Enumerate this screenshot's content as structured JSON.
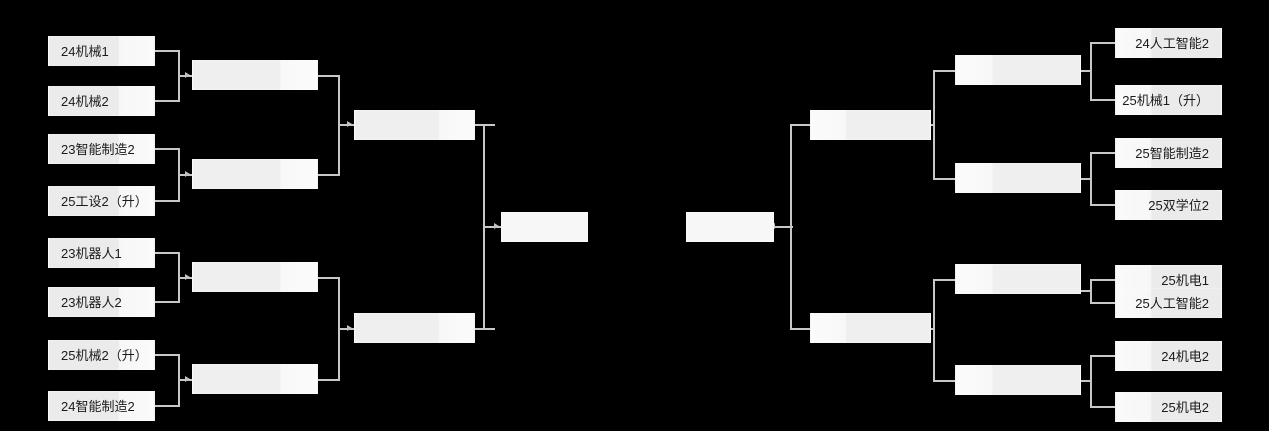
{
  "theme": {
    "background": "#000000",
    "box_fill_dark": "#ebebeb",
    "box_fill_light": "#fafafa",
    "connector": "#c8c8c8",
    "text": "#1b1b1b"
  },
  "bracket": {
    "left": {
      "round1": [
        {
          "label": "24机械1"
        },
        {
          "label": "24机械2"
        },
        {
          "label": "23智能制造2"
        },
        {
          "label": "25工设2（升）"
        },
        {
          "label": "23机器人1"
        },
        {
          "label": "23机器人2"
        },
        {
          "label": "25机械2（升）"
        },
        {
          "label": "24智能制造2"
        }
      ],
      "round2": [
        {
          "label": ""
        },
        {
          "label": ""
        },
        {
          "label": ""
        },
        {
          "label": ""
        }
      ],
      "round3": [
        {
          "label": ""
        },
        {
          "label": ""
        }
      ],
      "round4": [
        {
          "label": ""
        }
      ]
    },
    "right": {
      "round1": [
        {
          "label": "24人工智能2"
        },
        {
          "label": "25机械1（升）"
        },
        {
          "label": "25智能制造2"
        },
        {
          "label": "25双学位2"
        },
        {
          "label": "25机电1"
        },
        {
          "label": "25人工智能2"
        },
        {
          "label": "24机电2"
        },
        {
          "label": "25机电2"
        }
      ],
      "round2": [
        {
          "label": ""
        },
        {
          "label": ""
        },
        {
          "label": ""
        },
        {
          "label": ""
        }
      ],
      "round3": [
        {
          "label": ""
        },
        {
          "label": ""
        }
      ],
      "round4": [
        {
          "label": ""
        }
      ]
    }
  }
}
